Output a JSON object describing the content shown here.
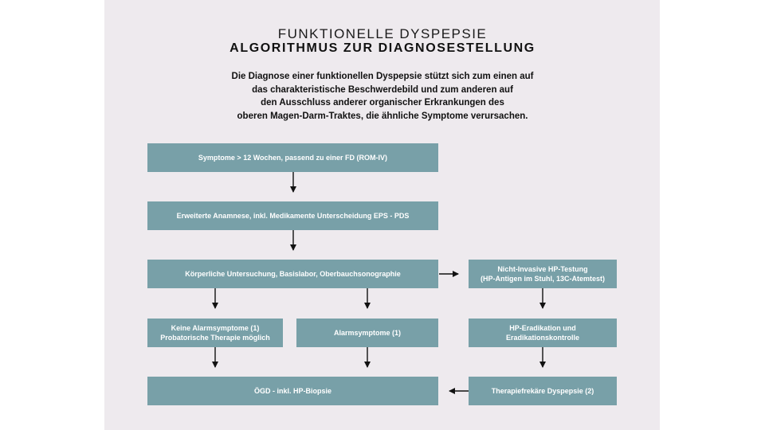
{
  "title": {
    "line1": "FUNKTIONELLE DYSPEPSIE",
    "line2": "ALGORITHMUS ZUR DIAGNOSESTELLUNG"
  },
  "intro": {
    "lines": [
      "Die Diagnose einer funktionellen Dyspepsie stützt sich zum einen auf",
      "das charakteristische Beschwerdebild und zum anderen auf",
      "den Ausschluss anderer organischer Erkrankungen des",
      "oberen Magen-Darm-Traktes, die ähnliche Symptome verursachen."
    ]
  },
  "nodes": {
    "symptome": {
      "lines": [
        "Symptome > 12 Wochen, passend zu einer FD (ROM-IV)"
      ]
    },
    "anamnese": {
      "lines": [
        "Erweiterte Anamnese, inkl. Medikamente Unterscheidung EPS - PDS"
      ]
    },
    "untersuchung": {
      "lines": [
        "Körperliche Untersuchung, Basislabor, Oberbauchsonographie"
      ]
    },
    "hp_testung": {
      "lines": [
        "Nicht-Invasive HP-Testung",
        "(HP-Antigen im Stuhl, 13C-Atemtest)"
      ]
    },
    "keine_alarm": {
      "lines": [
        "Keine Alarmsymptome (1)",
        "Probatorische Therapie möglich"
      ]
    },
    "alarm": {
      "lines": [
        "Alarmsymptome (1)"
      ]
    },
    "eradikation": {
      "lines": [
        "HP-Eradikation und",
        "Eradikationskontrolle"
      ]
    },
    "ogd": {
      "lines": [
        "ÖGD - inkl. HP-Biopsie"
      ]
    },
    "therapiefrei": {
      "lines": [
        "Therapiefrekäre Dyspepsie (2)"
      ]
    }
  },
  "colors": {
    "box": "#78a0a8",
    "box_text": "#ffffff",
    "background": "#eeeaee",
    "arrow": "#111111"
  }
}
